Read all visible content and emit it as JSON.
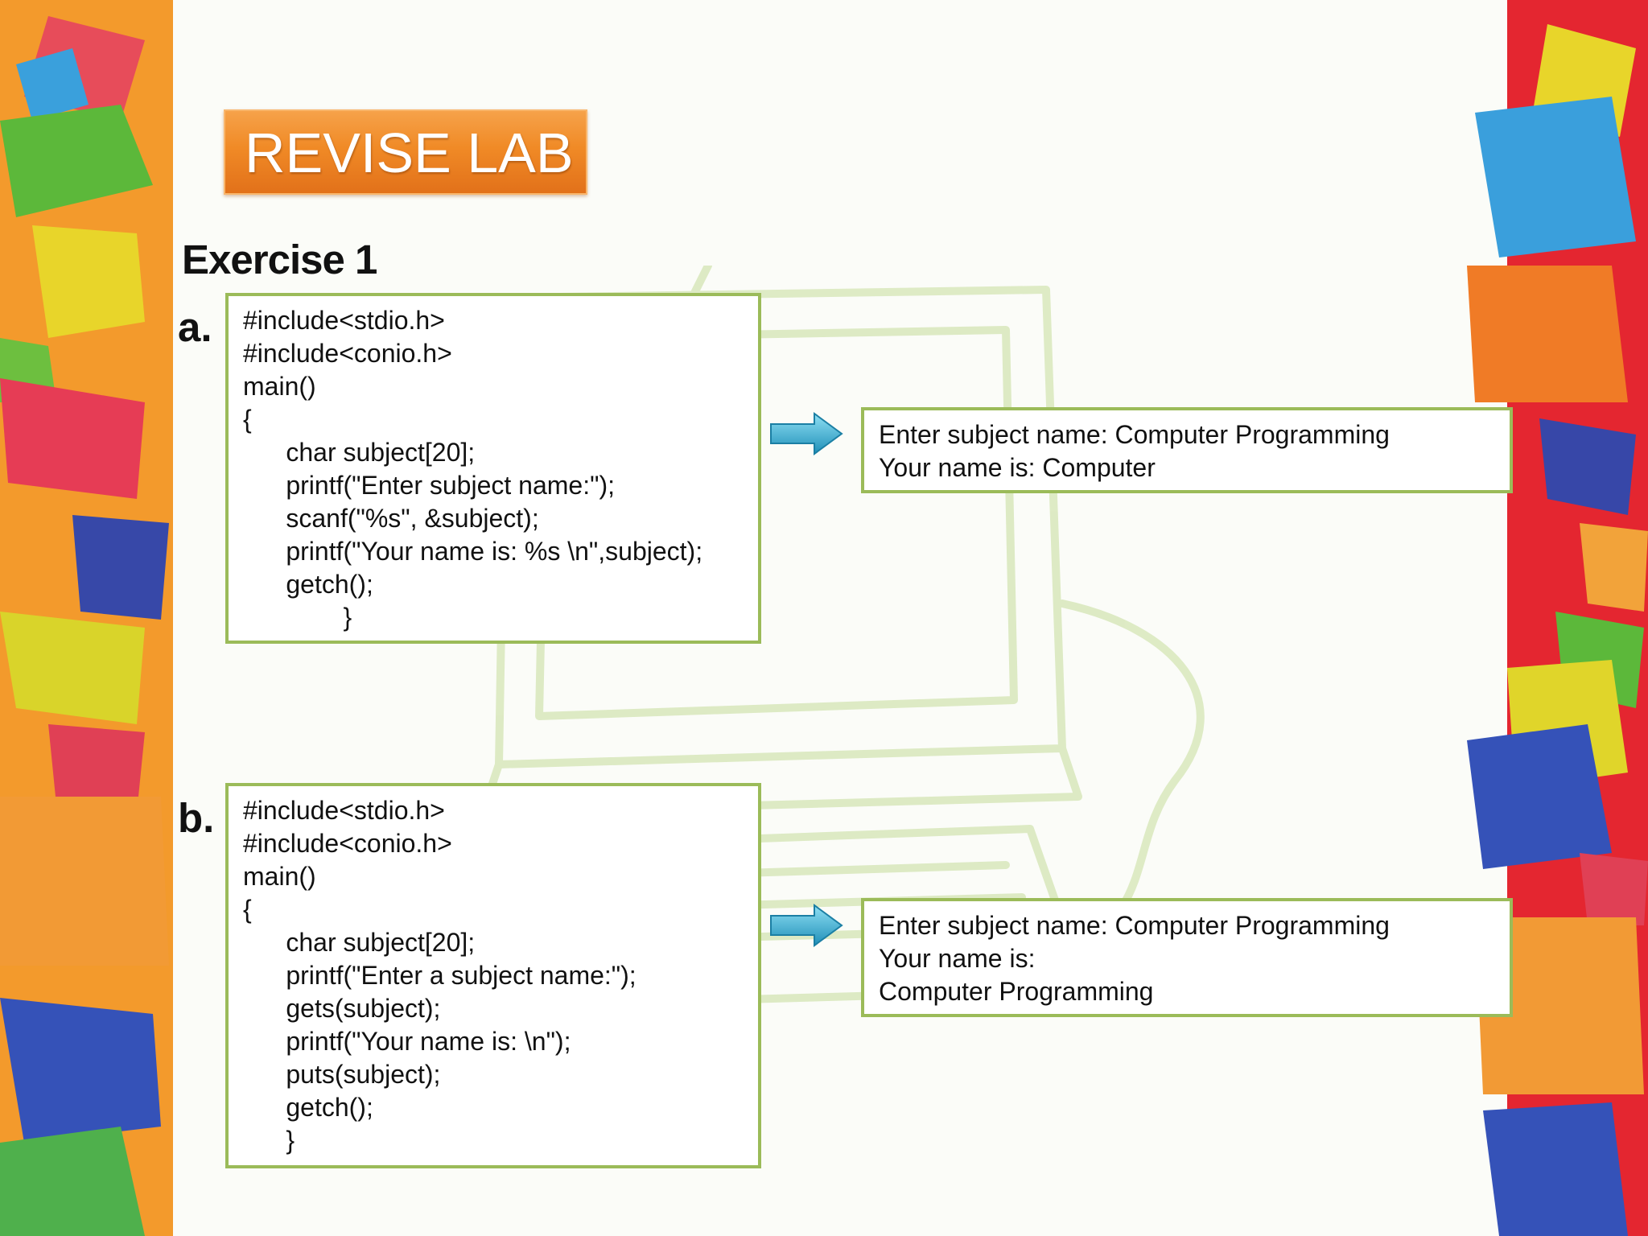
{
  "slide": {
    "title": "REVISE LAB 3",
    "heading": "Exercise 1"
  },
  "exercises": [
    {
      "label": "a.",
      "code": [
        "#include<stdio.h>",
        "#include<conio.h>",
        "main()",
        "{",
        "      char subject[20];",
        "      printf(\"Enter subject name:\");",
        "      scanf(\"%s\", &subject);",
        "      printf(\"Your name is: %s \\n\",subject);",
        "      getch();",
        "              }"
      ],
      "output": [
        "Enter subject name: Computer Programming",
        "Your name is: Computer"
      ]
    },
    {
      "label": "b.",
      "code": [
        "#include<stdio.h>",
        "#include<conio.h>",
        "main()",
        "{",
        "      char subject[20];",
        "      printf(\"Enter a subject name:\");",
        "      gets(subject);",
        "      printf(\"Your name is: \\n\");",
        "      puts(subject);",
        "      getch();",
        "      }"
      ],
      "output": [
        "Enter subject name: Computer Programming",
        "Your name is:",
        "Computer Programming"
      ]
    }
  ],
  "colors": {
    "box_border": "#9bbb59",
    "banner_orange": "#f08a26",
    "arrow_cyan": "#3fb6d6"
  },
  "icons": {
    "arrow": "right-arrow-icon"
  }
}
